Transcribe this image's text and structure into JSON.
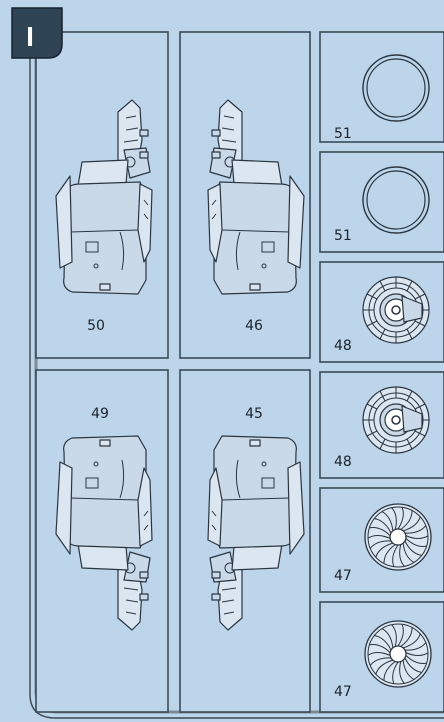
{
  "sheet": {
    "letter": "I",
    "colors": {
      "background": "#bdd5ea",
      "outline": "#3b4a57",
      "badge": "#2f4556"
    }
  },
  "parts": {
    "p50": "50",
    "p46": "46",
    "p49": "49",
    "p45": "45",
    "p51a": "51",
    "p51b": "51",
    "p48a": "48",
    "p48b": "48",
    "p47a": "47",
    "p47b": "47"
  },
  "icons": [
    "nacelle-half-icon",
    "intake-ring-icon",
    "fan-face-icon",
    "fan-blades-icon"
  ]
}
